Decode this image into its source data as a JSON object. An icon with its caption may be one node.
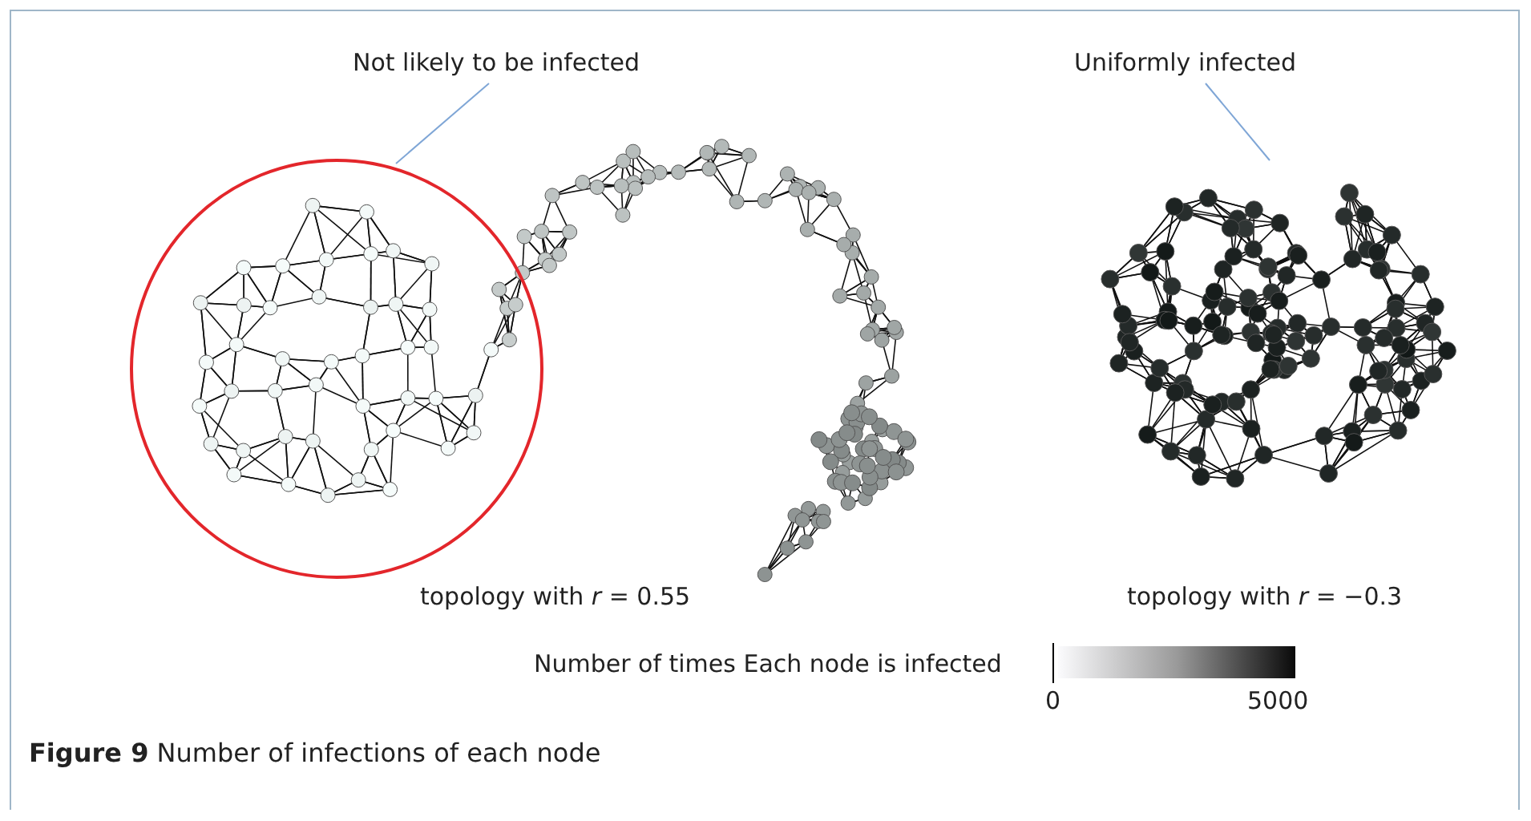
{
  "diagram": {
    "caption": "**Figure 9** Number of infections of each node",
    "nodes": [
      {
        "text": [
          "Not likely to be infected"
        ]
      },
      {
        "text": [],
        "shape": "circle"
      },
      {
        "text": [
          "Uniformly infected"
        ]
      },
      {
        "text": [],
        "shape": "picture"
      }
    ],
    "edges": [
      {
        "from": 0,
        "to": 1,
        "arrow": "none"
      },
      {
        "from": 2,
        "to": 3,
        "arrow": "none"
      }
    ],
    "labels": [
      "topology with *r* = 0.55",
      "topology with *r* = −0.3",
      "Number of times Each node is infected",
      "0",
      "5000"
    ]
  }
}
